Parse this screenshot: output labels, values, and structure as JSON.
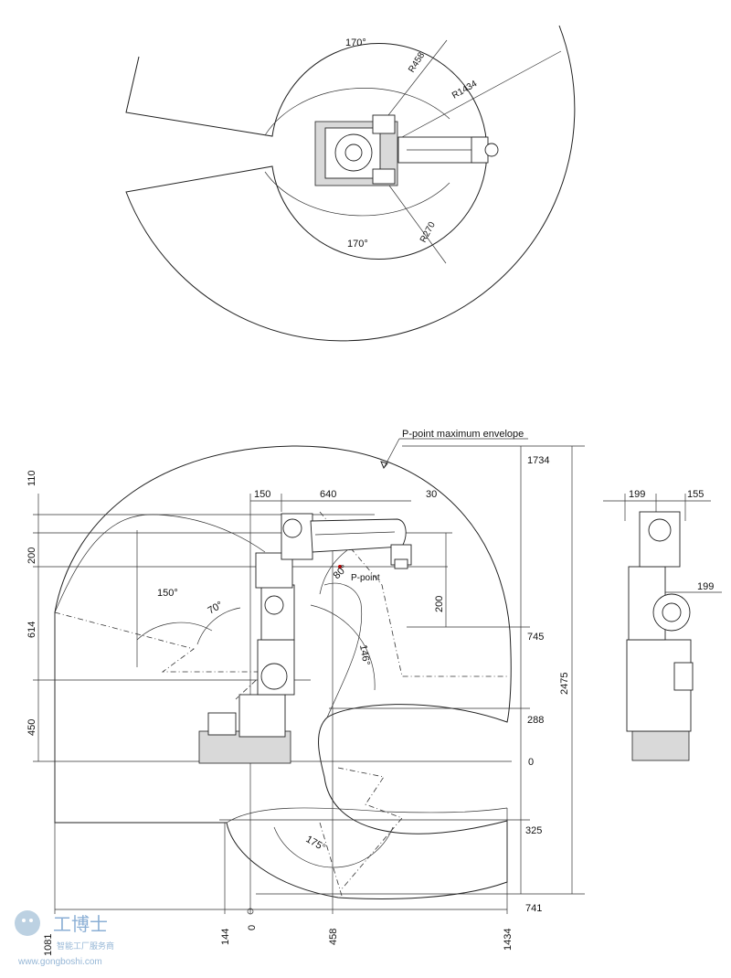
{
  "top_view": {
    "angle_upper": "170°",
    "angle_lower": "170°",
    "r458": "R458",
    "r1434": "R1434",
    "r270": "R270"
  },
  "side_view": {
    "envelope_label": "P-point maximum envelope",
    "p_point_label": "P-point",
    "top_dims": [
      "150",
      "640",
      "30"
    ],
    "arm_dim": "200",
    "angles": [
      "150°",
      "70°",
      "80°",
      "146°",
      "175°"
    ],
    "left_dims": [
      "110",
      "200",
      "614",
      "450"
    ],
    "right_dims": [
      "1734",
      "745",
      "288",
      "0",
      "325",
      "741"
    ],
    "total_height": "2475",
    "bottom_dims": [
      "1081",
      "144",
      "0",
      "458",
      "1434"
    ]
  },
  "front_view": {
    "dims": [
      "199",
      "155",
      "199"
    ]
  },
  "watermark": {
    "brand": "工博士",
    "subtitle": "智能工厂服务商",
    "url": "www.gongboshi.com"
  }
}
